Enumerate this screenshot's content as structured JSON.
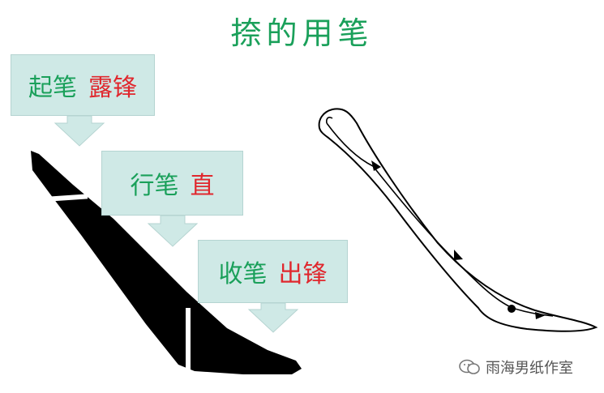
{
  "title": "捺的用笔",
  "callouts": [
    {
      "stage": "起笔",
      "technique": "露锋"
    },
    {
      "stage": "行笔",
      "technique": "直"
    },
    {
      "stage": "收笔",
      "technique": "出锋"
    }
  ],
  "watermark": "雨海男纸作室",
  "colors": {
    "green": "#1aa05a",
    "red": "#e0282e",
    "box": "#cfe9e6",
    "ink": "#000000"
  }
}
